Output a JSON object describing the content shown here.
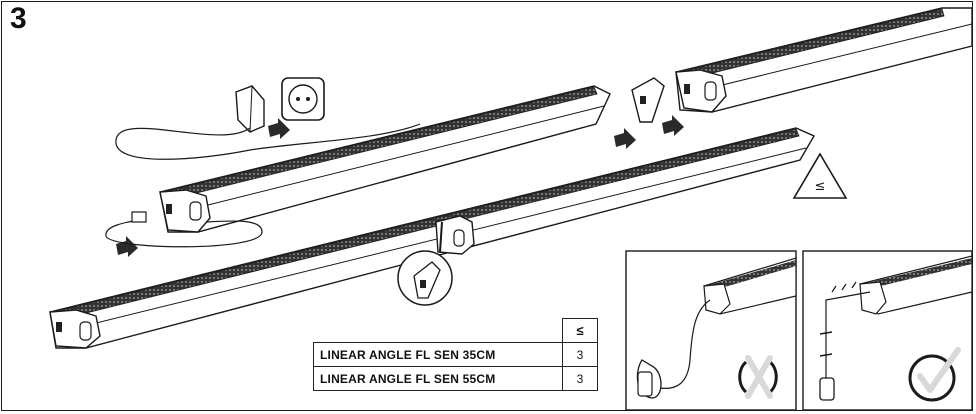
{
  "step": {
    "number": "3"
  },
  "warning": {
    "symbol": "≤"
  },
  "table": {
    "header_symbol": "≤",
    "rows": [
      {
        "name": "LINEAR ANGLE FL SEN 35CM",
        "qty": "3"
      },
      {
        "name": "LINEAR ANGLE FL SEN 55CM",
        "qty": "3"
      }
    ]
  },
  "icons": [
    "power-adapter-icon",
    "wall-socket-icon",
    "push-arrow-icon",
    "warning-triangle-icon",
    "magnifier-circle-icon",
    "wrong-cross-icon",
    "correct-check-icon"
  ],
  "colors": {
    "line": "#1a1a1a",
    "arrow": "#2a2a2a"
  }
}
